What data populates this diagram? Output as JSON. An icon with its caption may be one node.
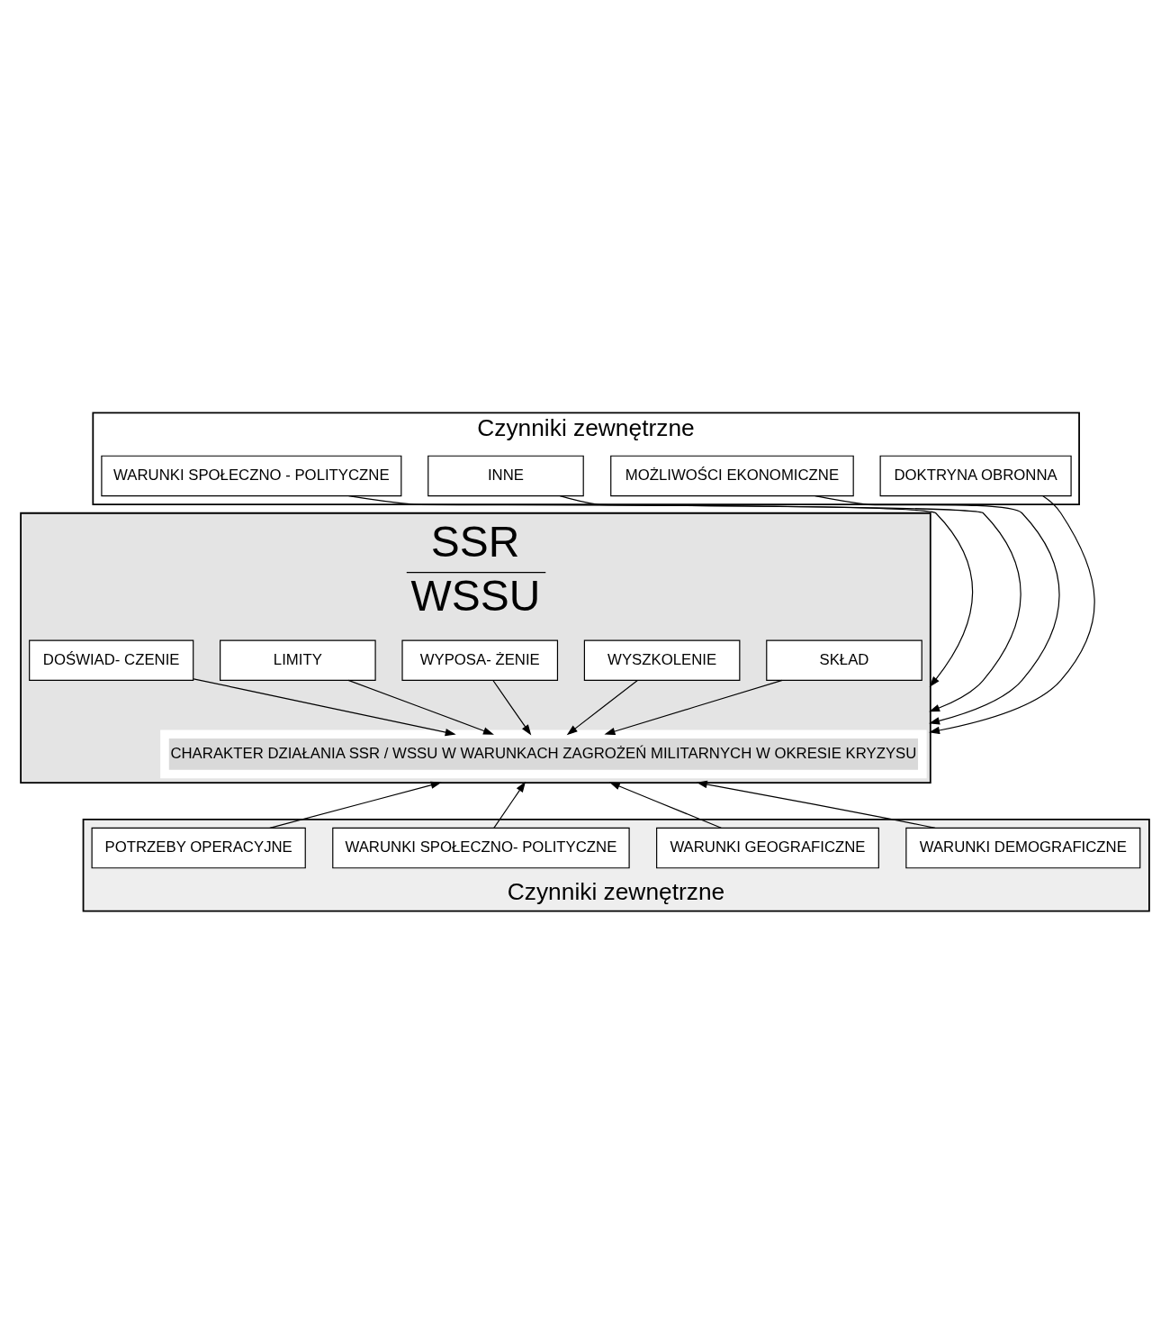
{
  "diagram": {
    "nodes": [
      {
        "text": [
          "Czynniki zewnętrzne"
        ]
      },
      {
        "text": [
          "DOKTRYNA OBRONNA"
        ],
        "in": 0
      },
      {
        "text": [
          "MOŻLIWOŚCI EKONOMICZNE"
        ],
        "in": 0
      },
      {
        "text": [
          "WARUNKI SPOŁECZNO - POLITYCZNE"
        ],
        "in": 0
      },
      {
        "text": [
          "INNE"
        ],
        "in": 0
      },
      {
        "text": [
          "SSR",
          "WSSU"
        ]
      },
      {
        "text": [
          "SKŁAD"
        ],
        "in": 5
      },
      {
        "text": [
          "WYSZKOLENIE"
        ],
        "in": 5
      },
      {
        "text": [
          "DOŚWIAD- CZENIE"
        ],
        "in": 5
      },
      {
        "text": [
          "LIMITY"
        ],
        "in": 5
      },
      {
        "text": [
          "WYPOSA- ŻENIE"
        ],
        "in": 5
      },
      {
        "text": [
          "CHARAKTER DZIAŁANIA SSR / WSSU W WARUNKACH ZAGROŻEŃ MILITARNYCH W OKRESIE KRYZYSU"
        ],
        "in": 5
      },
      {
        "text": [
          "Czynniki zewnętrzne"
        ]
      },
      {
        "text": [
          "WARUNKI DEMOGRAFICZNE"
        ],
        "in": 12
      },
      {
        "text": [
          "WARUNKI GEOGRAFICZNE"
        ],
        "in": 12
      },
      {
        "text": [
          "WARUNKI SPOŁECZNO- POLITYCZNE"
        ],
        "in": 12
      },
      {
        "text": [
          "POTRZEBY OPERACYJNE"
        ],
        "in": 12
      }
    ],
    "edges": [
      {
        "from": 1,
        "to": 5,
        "arrow": "to"
      },
      {
        "from": 2,
        "to": 5,
        "arrow": "to"
      },
      {
        "from": 3,
        "to": 5,
        "arrow": "to"
      },
      {
        "from": 4,
        "to": 5,
        "arrow": "to"
      },
      {
        "from": 6,
        "to": 11,
        "arrow": "to"
      },
      {
        "from": 7,
        "to": 11,
        "arrow": "to"
      },
      {
        "from": 8,
        "to": 11,
        "arrow": "to"
      },
      {
        "from": 9,
        "to": 11,
        "arrow": "to"
      },
      {
        "from": 10,
        "to": 11,
        "arrow": "to"
      },
      {
        "from": 13,
        "to": 5,
        "arrow": "to"
      },
      {
        "from": 14,
        "to": 5,
        "arrow": "to"
      },
      {
        "from": 15,
        "to": 5,
        "arrow": "to"
      },
      {
        "from": 16,
        "to": 5,
        "arrow": "to"
      }
    ]
  }
}
